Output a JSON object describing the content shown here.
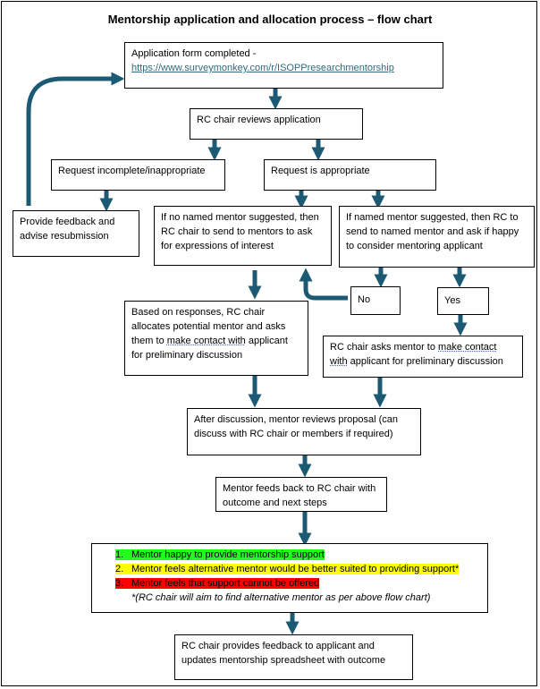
{
  "title": "Mentorship application and allocation process – flow chart",
  "nodes": {
    "application": {
      "line1": "Application form completed -",
      "link": "https://www.surveymonkey.com/r/ISOPPresearchmentorship"
    },
    "rc_review": "RC chair reviews application",
    "incomplete": "Request incomplete/inappropriate",
    "appropriate": "Request is appropriate",
    "feedback_resubmit": "Provide feedback and advise resubmission",
    "no_named_mentor": "If no named mentor suggested, then RC chair to send to mentors to ask for expressions of interest",
    "named_mentor": "If named mentor suggested, then RC to send to named mentor and ask if happy to consider mentoring applicant",
    "no": "No",
    "yes": "Yes",
    "allocates": {
      "pre": "Based on responses, RC chair allocates potential mentor and asks them to ",
      "dotted": "make contact with",
      "post": " applicant for preliminary discussion"
    },
    "asks_mentor": {
      "pre": "RC chair asks mentor to ",
      "dotted1": "make contact",
      "mid": " ",
      "dotted2": "with",
      "post": " applicant for preliminary discussion"
    },
    "after_discussion": "After discussion, mentor reviews proposal (can discuss with RC chair or members if required)",
    "mentor_feedback": "Mentor feeds back to RC chair with outcome and next steps",
    "outcomes": [
      {
        "num": "1.",
        "text": "Mentor happy to provide mentorship support",
        "color": "#21ff21"
      },
      {
        "num": "2.",
        "text": "Mentor feels alternative mentor would be better suited to providing support*",
        "color": "#ffff00"
      },
      {
        "num": "3.",
        "text": "Mentor feels that support cannot be offered",
        "color": "#ff0000"
      }
    ],
    "outcome_note": "*(RC chair will aim to find alternative mentor as per above flow chart)",
    "final": "RC chair provides feedback to applicant and updates mentorship spreadsheet with outcome"
  },
  "colors": {
    "arrow": "#1c5a73"
  }
}
